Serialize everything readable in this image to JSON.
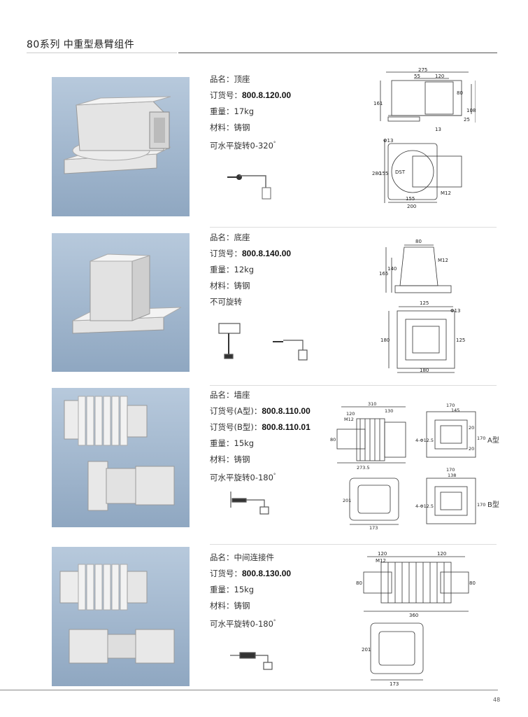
{
  "header": {
    "title": "80系列  中重型悬臂组件"
  },
  "page_number": "48",
  "products": [
    {
      "name_label": "品名：顶座",
      "order_label": "订货号：",
      "order_no": "800.8.120.00",
      "weight": "重量：17kg",
      "material": "材料：铸钢",
      "rotation": "可水平旋转0-320",
      "degree": "°",
      "dims": [
        "275",
        "55",
        "120",
        "80",
        "161",
        "108",
        "25",
        "13",
        "Φ13",
        "280",
        "155",
        "155",
        "200",
        "M12",
        "DST"
      ]
    },
    {
      "name_label": "品名：底座",
      "order_label": "订货号：",
      "order_no": "800.8.140.00",
      "weight": "重量：12kg",
      "material": "材料：铸钢",
      "rotation": "不可旋转",
      "dims": [
        "80",
        "M12",
        "165",
        "140",
        "125",
        "Φ13",
        "180",
        "125",
        "180"
      ]
    },
    {
      "name_label": "品名：墙座",
      "order_label_a": "订货号(A型)：",
      "order_no_a": "800.8.110.00",
      "order_label_b": "订货号(B型)：",
      "order_no_b": "800.8.110.01",
      "weight": "重量：15kg",
      "material": "材料：铸钢",
      "rotation": "可水平旋转0-180",
      "degree": "°",
      "type_a": "A型",
      "type_b": "B型",
      "dims": [
        "310",
        "120",
        "130",
        "M12",
        "80",
        "273.5",
        "201",
        "173",
        "170",
        "145",
        "4-Φ12.5",
        "20",
        "170",
        "20",
        "170",
        "138",
        "4-Φ12.5",
        "170"
      ]
    },
    {
      "name_label": "品名：中间连接件",
      "order_label": "订货号：",
      "order_no": "800.8.130.00",
      "weight": "重量：15kg",
      "material": "材料：铸钢",
      "rotation": "可水平旋转0-180",
      "degree": "°",
      "dims": [
        "120",
        "120",
        "M12",
        "80",
        "80",
        "360",
        "201",
        "173"
      ]
    }
  ]
}
